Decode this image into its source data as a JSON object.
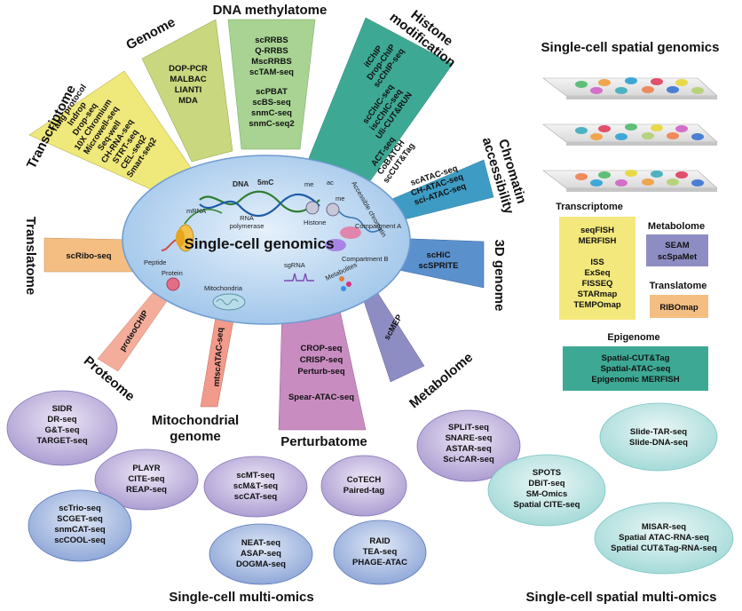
{
  "center": {
    "title": "Single-cell genomics",
    "labels": {
      "dna": "DNA",
      "mc": "5mC",
      "rna_pol": "RNA polymerase",
      "mrna": "mRNA",
      "me1": "me",
      "ac": "ac",
      "me2": "me",
      "histone": "Histone",
      "accessible": "Accessible chromatin",
      "compA": "Compartment A",
      "compB": "Compartment B",
      "peptide": "Peptide",
      "protein": "Protein",
      "mito": "Mitochondria",
      "sgrna": "sgRNA",
      "metabolites": "Metabolites"
    }
  },
  "categories": [
    {
      "name": "Transcriptome",
      "color": "#efe87a",
      "methods": [
        "Tang protocol",
        "Indrop",
        "Drop-seq",
        "10X Chromium",
        "Microwell-seq",
        "Seq-well",
        "CH-RNA-seq",
        "STRT-seq",
        "CEL-seq2",
        "Smart-seq2"
      ]
    },
    {
      "name": "Genome",
      "color": "#c9d77e",
      "methods": [
        "DOP-PCR",
        "MALBAC",
        "LIANTI",
        "MDA"
      ]
    },
    {
      "name": "DNA methylatome",
      "color": "#a8d392",
      "methods": [
        "scRRBS",
        "Q-RRBS",
        "MscRRBS",
        "scTAM-seq",
        "",
        "scPBAT",
        "scBS-seq",
        "snmC-seq",
        "snmC-seq2"
      ]
    },
    {
      "name": "Histone modification",
      "color": "#3da994",
      "methods": [
        "itChIP",
        "Drop-ChIP",
        "scChIP-seq",
        "",
        "scChIC-seq",
        "iscChIC-seq",
        "Uli-CUT&RUN",
        "",
        "ACT-seq",
        "CoBATCH",
        "scCUT&Tag"
      ]
    },
    {
      "name": "Chromatin accessibility",
      "color": "#3e9cc4",
      "methods": [
        "scATAC-seq",
        "CH-ATAC-seq",
        "sci-ATAC-seq"
      ]
    },
    {
      "name": "3D genome",
      "color": "#5a90cc",
      "methods": [
        "scHiC",
        "scSPRITE"
      ]
    },
    {
      "name": "Metabolome",
      "color": "#8e8dc3",
      "methods": [
        "scMEP"
      ]
    },
    {
      "name": "Perturbatome",
      "color": "#c98cc1",
      "methods": [
        "CROP-seq",
        "CRISP-seq",
        "Perturb-seq",
        "",
        "Spear-ATAC-seq"
      ]
    },
    {
      "name": "Mitochondrial genome",
      "color": "#f29a8c",
      "methods": [
        "mtscATAC-seq"
      ]
    },
    {
      "name": "Proteome",
      "color": "#f4ad9b",
      "methods": [
        "proteoCHIP"
      ]
    },
    {
      "name": "Translatome",
      "color": "#f4be83",
      "methods": [
        "scRibo-seq"
      ]
    }
  ],
  "spatial_genomics": {
    "title": "Single-cell spatial genomics",
    "transcriptome": {
      "title": "Transcriptome",
      "color": "#f2e87c",
      "methods": [
        "seqFISH",
        "MERFISH",
        "",
        "ISS",
        "ExSeq",
        "FISSEQ",
        "STARmap",
        "TEMPOmap"
      ]
    },
    "metabolome": {
      "title": "Metabolome",
      "color": "#8e8dc3",
      "methods": [
        "SEAM",
        "scSpaMet"
      ]
    },
    "translatome": {
      "title": "Translatome",
      "color": "#f4be83",
      "methods": [
        "RIBOmap"
      ]
    },
    "epigenome": {
      "title": "Epigenome",
      "color": "#3da994",
      "methods": [
        "Spatial-CUT&Tag",
        "Spatial-ATAC-seq",
        "Epigenomic MERFISH"
      ]
    }
  },
  "multi_omics": {
    "title": "Single-cell multi-omics",
    "groups": [
      [
        "SIDR",
        "DR-seq",
        "G&T-seq",
        "TARGET-seq"
      ],
      [
        "PLAYR",
        "CITE-seq",
        "REAP-seq"
      ],
      [
        "scTrio-seq",
        "SCGET-seq",
        "snmCAT-seq",
        "scCOOL-seq"
      ],
      [
        "scMT-seq",
        "scM&T-seq",
        "scCAT-seq"
      ],
      [
        "NEAT-seq",
        "ASAP-seq",
        "DOGMA-seq"
      ],
      [
        "CoTECH",
        "Paired-tag"
      ],
      [
        "RAID",
        "TEA-seq",
        "PHAGE-ATAC"
      ],
      [
        "SPLiT-seq",
        "SNARE-seq",
        "ASTAR-seq",
        "Sci-CAR-seq"
      ]
    ]
  },
  "spatial_multi_omics": {
    "title": "Single-cell spatial multi-omics",
    "groups": [
      [
        "Slide-TAR-seq",
        "Slide-DNA-seq"
      ],
      [
        "SPOTS",
        "DBiT-seq",
        "SM-Omics",
        "Spatial CITE-seq"
      ],
      [
        "MISAR-seq",
        "Spatial ATAC-RNA-seq",
        "Spatial CUT&Tag-RNA-seq"
      ]
    ]
  }
}
